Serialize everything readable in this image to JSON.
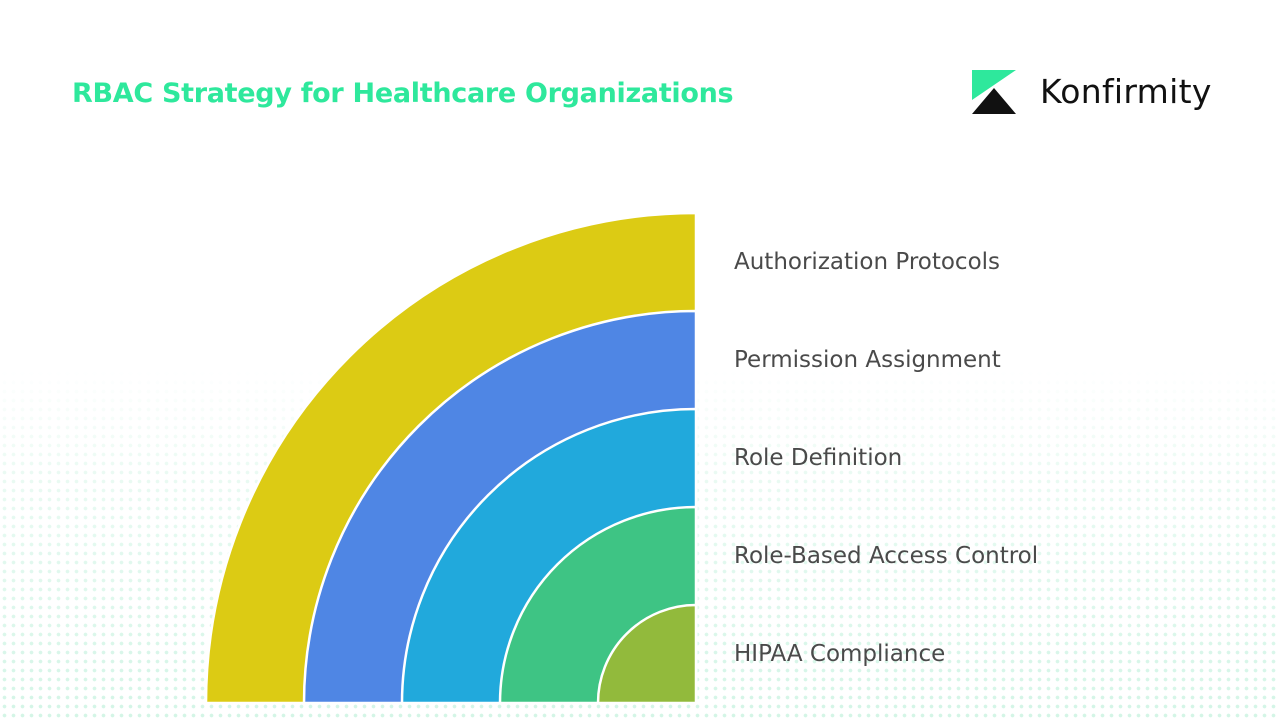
{
  "header": {
    "title": "RBAC Strategy for Healthcare Organizations",
    "brand_name": "Konfirmity"
  },
  "colors": {
    "title": "#2ee89c",
    "logo_green": "#2ee89c",
    "logo_dark": "#111111",
    "label_text": "#4a4a4a"
  },
  "diagram": {
    "type": "concentric-quarter-arcs",
    "layers": [
      {
        "label": "Authorization Protocols",
        "color": "#dccb14"
      },
      {
        "label": "Permission Assignment",
        "color": "#4f86e4"
      },
      {
        "label": "Role Definition",
        "color": "#21a9dc"
      },
      {
        "label": "Role-Based Access Control",
        "color": "#3ec484"
      },
      {
        "label": "HIPAA Compliance",
        "color": "#92ba3c"
      }
    ]
  }
}
